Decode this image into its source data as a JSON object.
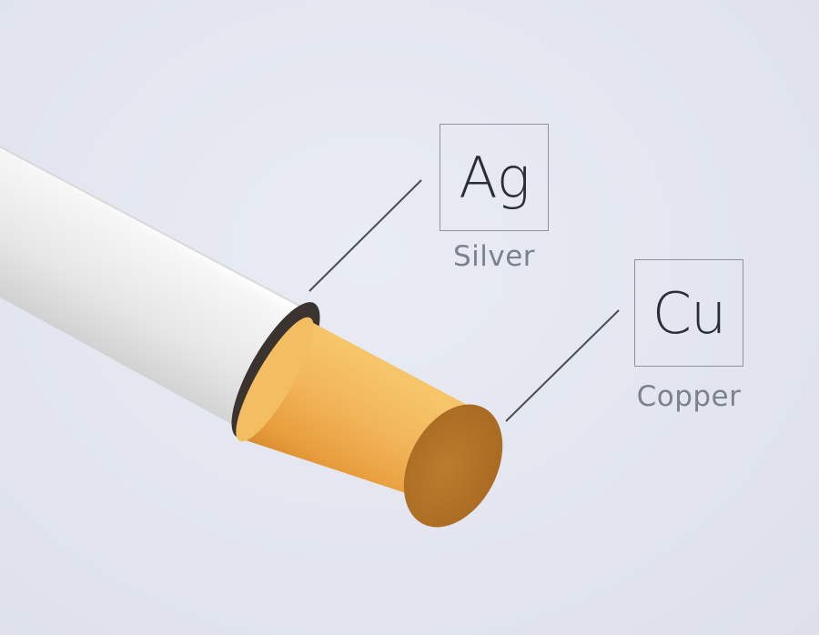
{
  "elements": [
    {
      "symbol": "Ag",
      "name": "Silver",
      "color": "#f2f2f2"
    },
    {
      "symbol": "Cu",
      "name": "Copper",
      "color": "#e9a84a"
    }
  ],
  "colors": {
    "background": "#e4e7f1",
    "leader_line": "#4a4d55",
    "box_border": "#8d929c"
  }
}
